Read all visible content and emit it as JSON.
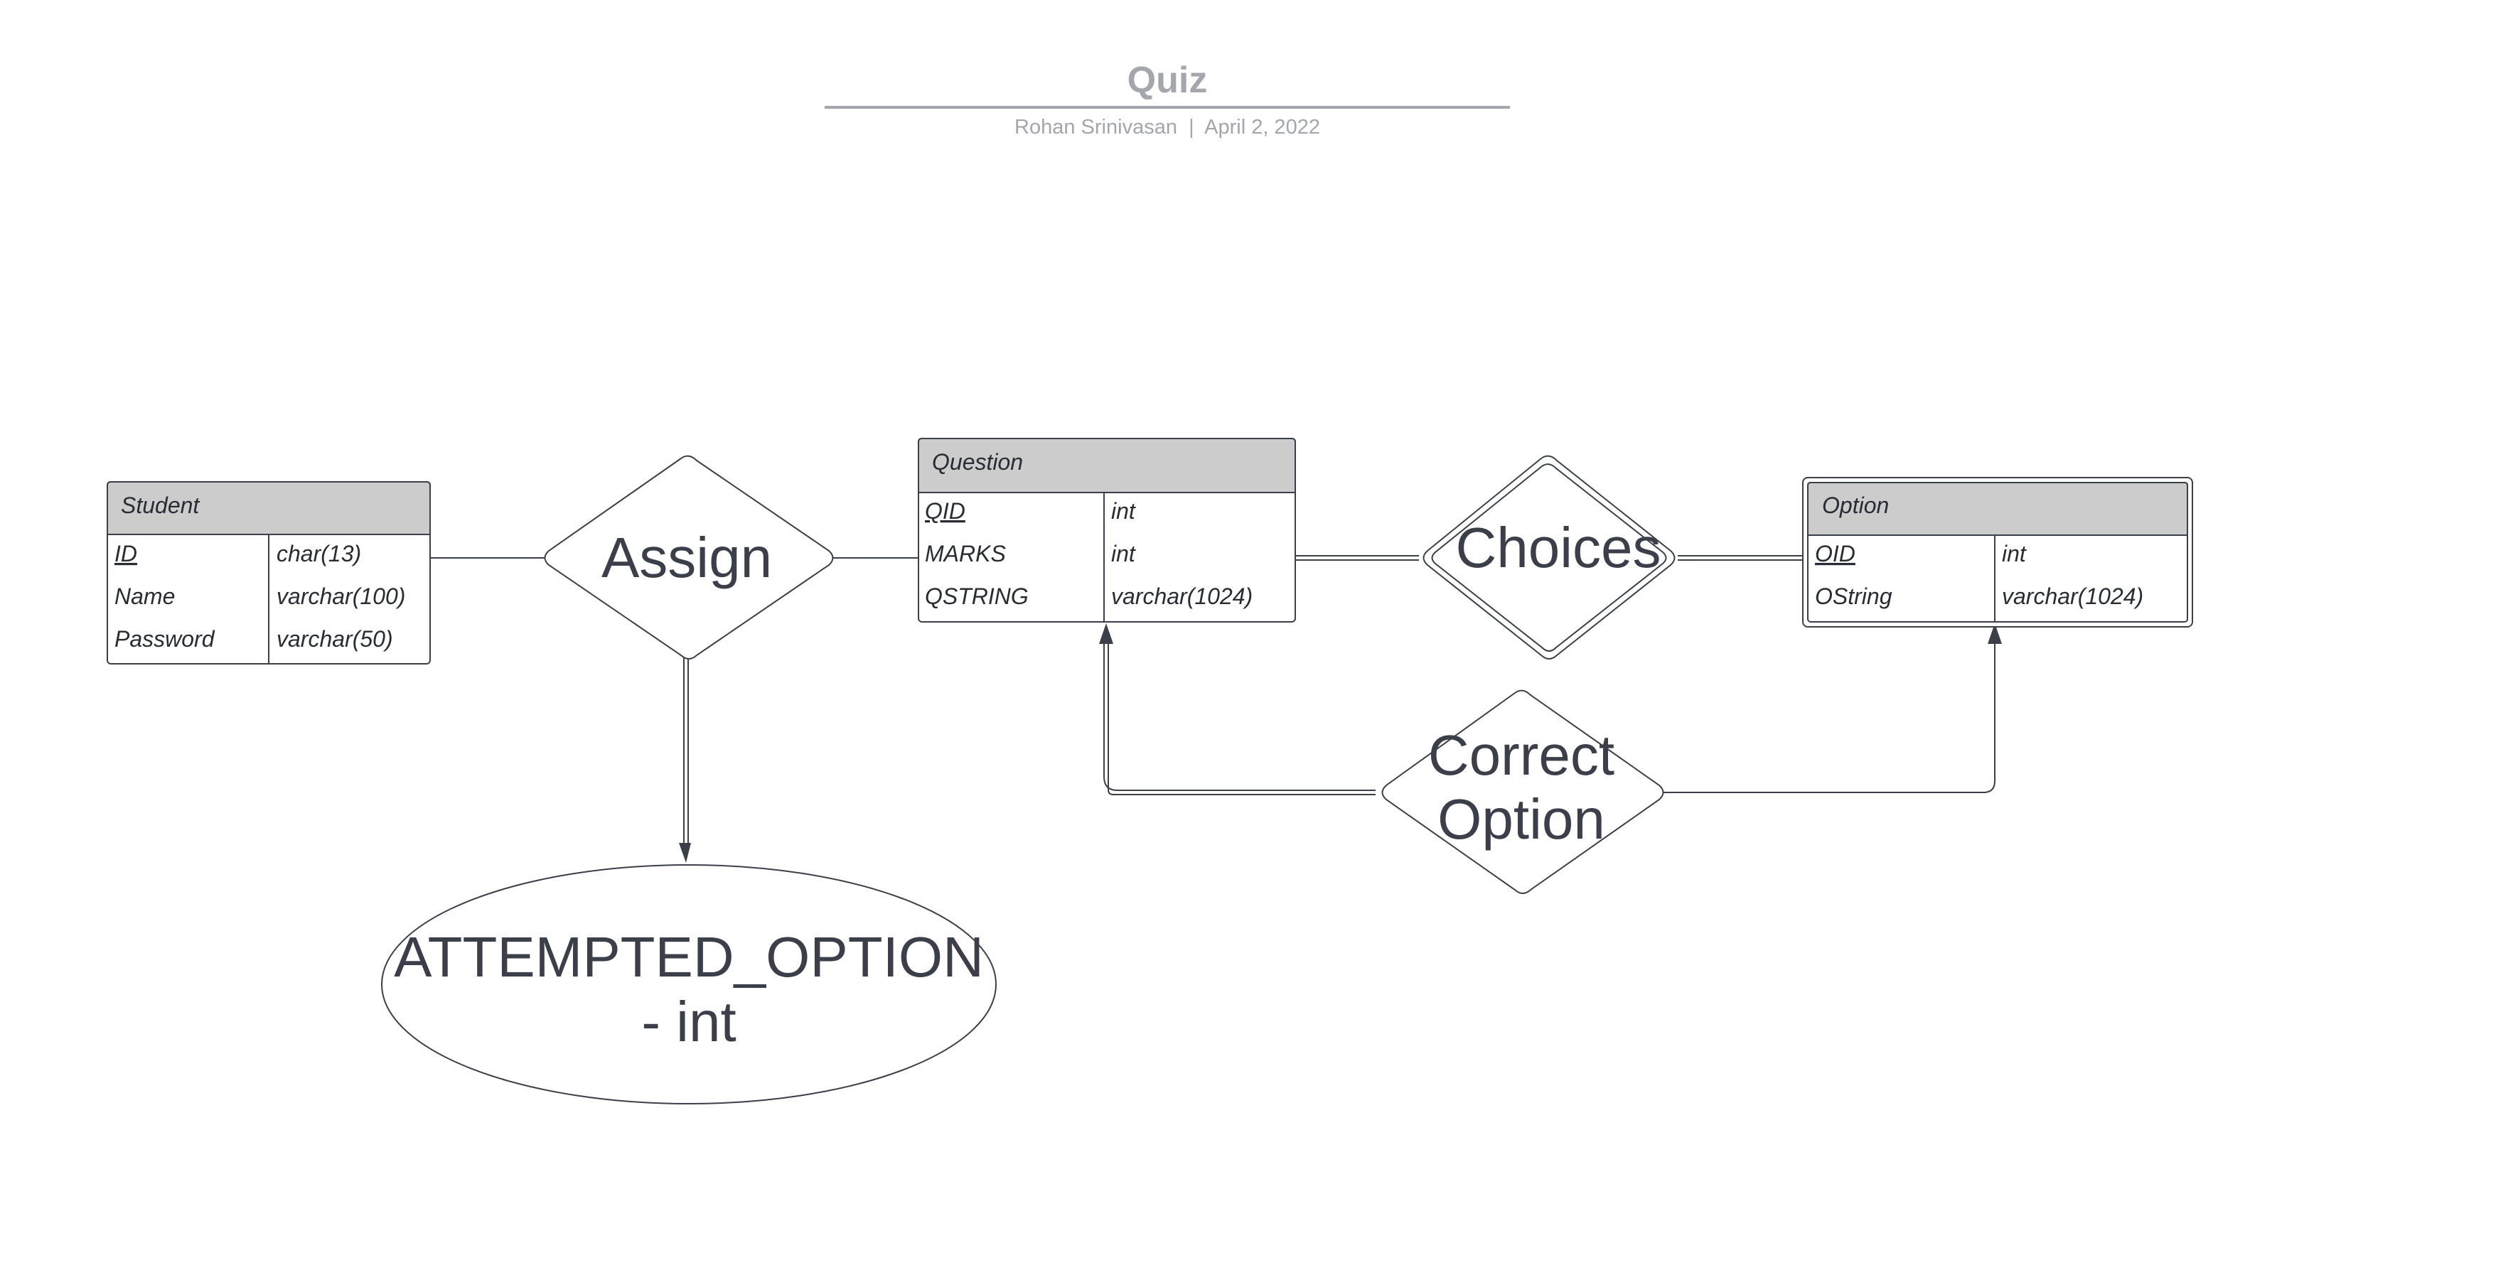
{
  "header": {
    "title": "Quiz",
    "subtitle": "Rohan Srinivasan  |  April 2, 2022"
  },
  "entities": {
    "student": {
      "name": "Student",
      "rows": [
        {
          "field": "ID",
          "type": "char(13)",
          "key": true
        },
        {
          "field": "Name",
          "type": "varchar(100)",
          "key": false
        },
        {
          "field": "Password",
          "type": "varchar(50)",
          "key": false
        }
      ]
    },
    "question": {
      "name": "Question",
      "rows": [
        {
          "field": "QID",
          "type": "int",
          "key": true
        },
        {
          "field": "MARKS",
          "type": "int",
          "key": false
        },
        {
          "field": "QSTRING",
          "type": "varchar(1024)",
          "key": false
        }
      ]
    },
    "option": {
      "name": "Option",
      "weak": true,
      "rows": [
        {
          "field": "OID",
          "type": "int",
          "key": true
        },
        {
          "field": "OString",
          "type": "varchar(1024)",
          "key": false
        }
      ]
    }
  },
  "relationships": {
    "assign": {
      "label": "Assign"
    },
    "choices": {
      "label": "Choices",
      "identifying": true
    },
    "correct_option": {
      "line1": "Correct",
      "line2": "Option"
    }
  },
  "attributes": {
    "attempted_option": {
      "line1": "ATTEMPTED_OPTION",
      "line2": "- int"
    }
  },
  "colors": {
    "line": "#3a3f4a",
    "header_fill": "#cccccc",
    "title_gray": "#a3a6ad",
    "text_dark": "#282c33"
  }
}
